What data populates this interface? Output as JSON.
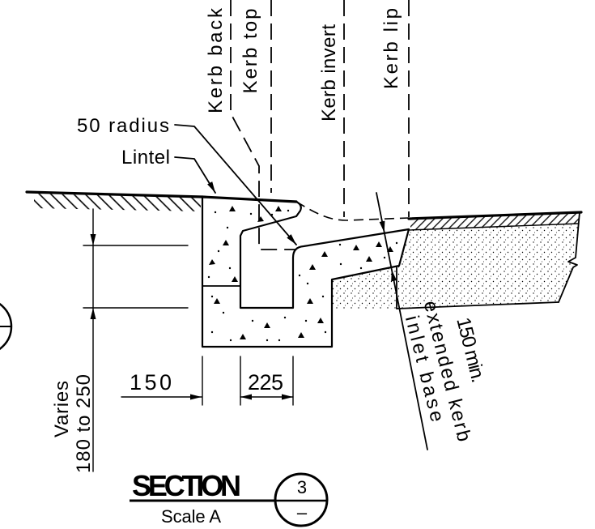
{
  "drawing": {
    "kerb_lines": {
      "kerb_back": "Kerb back",
      "kerb_top": "Kerb top",
      "kerb_invert": "Kerb invert",
      "kerb_lip": "Kerb lip"
    },
    "callouts": {
      "radius": "50 radius",
      "lintel": "Lintel",
      "inlet_base": [
        "150 min.",
        "extended kerb",
        "inlet base"
      ]
    },
    "dimensions": {
      "height_label": "Varies",
      "height_range": "180 to 250",
      "wall_width": "150",
      "opening_width": "225"
    }
  },
  "title_block": {
    "heading": "SECTION",
    "scale": "Scale A",
    "section_number": "3",
    "sheet_reference": "–"
  }
}
